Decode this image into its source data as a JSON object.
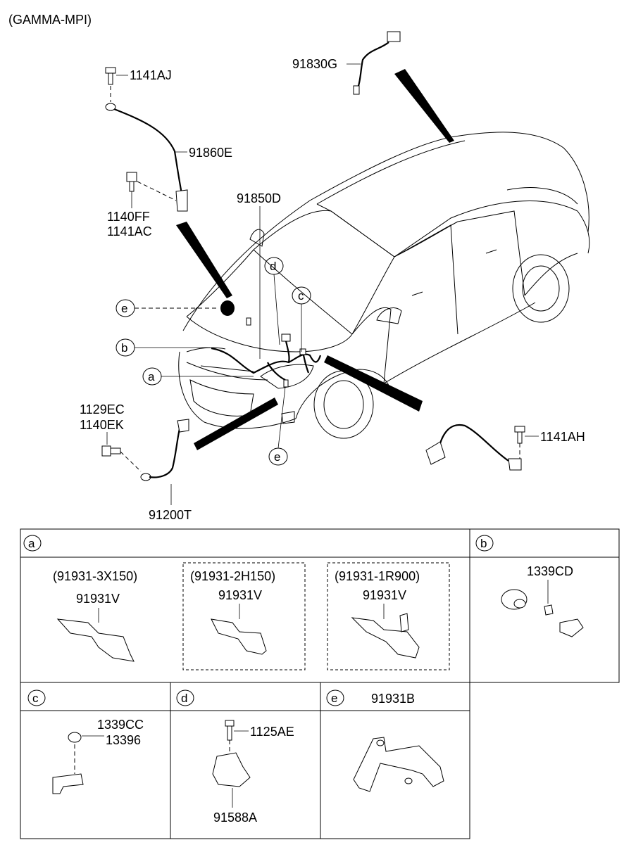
{
  "header": {
    "title": "(GAMMA-MPI)"
  },
  "main_callouts": {
    "p91830G": "91830G",
    "p1141AJ": "1141AJ",
    "p91860E": "91860E",
    "p1140FF": "1140FF",
    "p1141AC": "1141AC",
    "p91850D": "91850D",
    "p1129EC": "1129EC",
    "p1140EK": "1140EK",
    "p91200T": "91200T",
    "p1141AH": "1141AH"
  },
  "circle_labels": {
    "d": "d",
    "c": "c",
    "e_top": "e",
    "b": "b",
    "a": "a",
    "e_bottom": "e"
  },
  "detail_a": {
    "tag": "a",
    "variants": [
      {
        "code": "(91931-3X150)",
        "part": "91931V"
      },
      {
        "code": "(91931-2H150)",
        "part": "91931V"
      },
      {
        "code": "(91931-1R900)",
        "part": "91931V"
      }
    ]
  },
  "detail_b": {
    "tag": "b",
    "part": "1339CD"
  },
  "detail_c": {
    "tag": "c",
    "part1": "1339CC",
    "part2": "13396"
  },
  "detail_d": {
    "tag": "d",
    "part1": "1125AE",
    "part2": "91588A"
  },
  "detail_e": {
    "tag": "e",
    "part": "91931B"
  }
}
